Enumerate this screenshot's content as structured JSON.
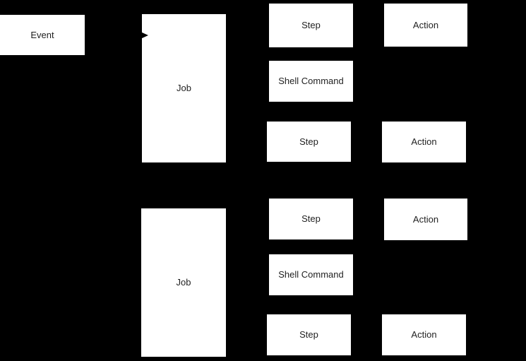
{
  "diagram": {
    "type": "workflow-flowchart",
    "background_color": "#000000",
    "node_fill_color": "#ffffff",
    "node_text_color": "#1f1f1f",
    "arrow_color": "#000000",
    "nodes": {
      "event": {
        "label": "Event"
      },
      "job_1": {
        "label": "Job"
      },
      "step_1": {
        "label": "Step"
      },
      "action_1": {
        "label": "Action"
      },
      "shell_command_1": {
        "label": "Shell Command"
      },
      "step_2": {
        "label": "Step"
      },
      "action_2": {
        "label": "Action"
      },
      "job_2": {
        "label": "Job"
      },
      "step_3": {
        "label": "Step"
      },
      "action_3": {
        "label": "Action"
      },
      "shell_command_2": {
        "label": "Shell Command"
      },
      "step_4": {
        "label": "Step"
      },
      "action_4": {
        "label": "Action"
      }
    },
    "icons": {
      "arrowhead": "right-pointing triangle at left edge of first Job node"
    }
  }
}
